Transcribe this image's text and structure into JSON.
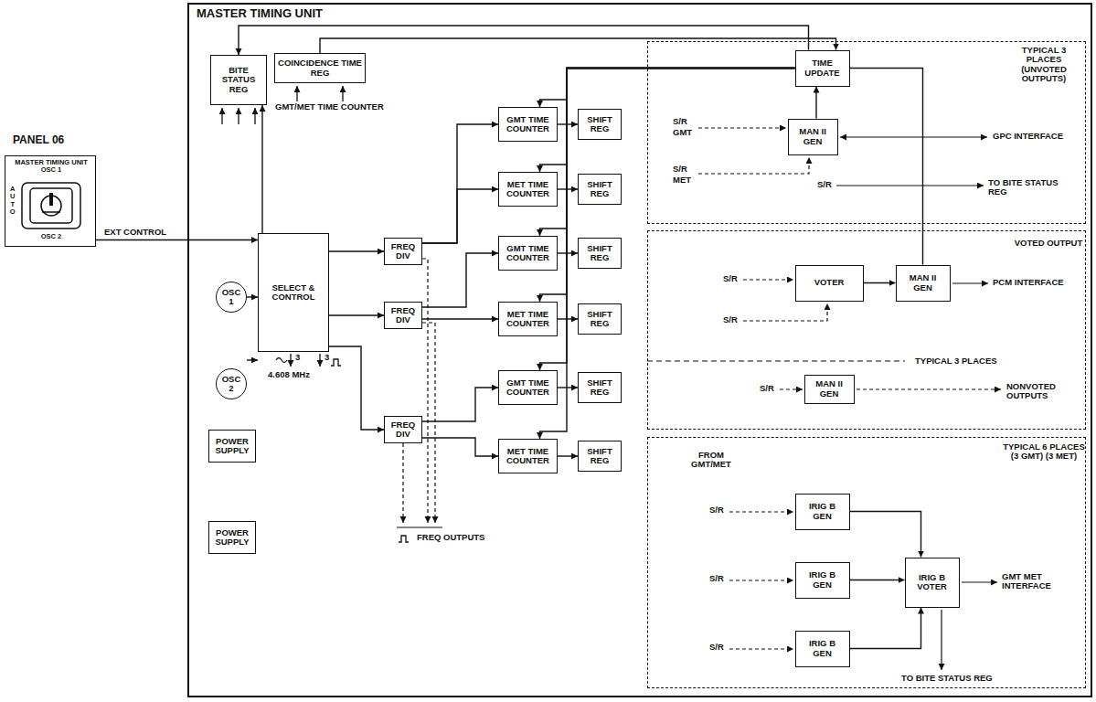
{
  "diagram": {
    "nodes": [
      {
        "text": [
          "MASTER TIMING UNIT"
        ]
      },
      {
        "text": [
          "PANEL 06",
          "MASTER TIMING UNIT OSC 1",
          "AUTO",
          "OSC 2"
        ]
      },
      {
        "text": [
          "BITE STATUS REG"
        ],
        "in": 0
      },
      {
        "text": [
          "COINCIDENCE TIME REG"
        ],
        "in": 0
      },
      {
        "text": [
          "SELECT & CONTROL"
        ],
        "in": 0
      },
      {
        "text": [
          "OSC 1"
        ],
        "in": 0
      },
      {
        "text": [
          "OSC 2"
        ],
        "in": 0
      },
      {
        "text": [
          "POWER SUPPLY"
        ],
        "in": 0
      },
      {
        "text": [
          "POWER SUPPLY"
        ],
        "in": 0
      },
      {
        "text": [
          "FREQ DIV"
        ],
        "in": 0
      },
      {
        "text": [
          "FREQ DIV"
        ],
        "in": 0
      },
      {
        "text": [
          "FREQ DIV"
        ],
        "in": 0
      },
      {
        "text": [
          "GMT TIME COUNTER"
        ],
        "in": 0
      },
      {
        "text": [
          "MET TIME COUNTER"
        ],
        "in": 0
      },
      {
        "text": [
          "GMT TIME COUNTER"
        ],
        "in": 0
      },
      {
        "text": [
          "MET TIME COUNTER"
        ],
        "in": 0
      },
      {
        "text": [
          "GMT TIME COUNTER"
        ],
        "in": 0
      },
      {
        "text": [
          "MET TIME COUNTER"
        ],
        "in": 0
      },
      {
        "text": [
          "SHIFT REG"
        ],
        "in": 0
      },
      {
        "text": [
          "SHIFT REG"
        ],
        "in": 0
      },
      {
        "text": [
          "SHIFT REG"
        ],
        "in": 0
      },
      {
        "text": [
          "SHIFT REG"
        ],
        "in": 0
      },
      {
        "text": [
          "SHIFT REG"
        ],
        "in": 0
      },
      {
        "text": [
          "SHIFT REG"
        ],
        "in": 0
      },
      {
        "text": [
          "TYPICAL 3 PLACES (UNVOTED OUTPUTS)"
        ],
        "in": 0
      },
      {
        "text": [
          "TIME UPDATE"
        ],
        "in": 24
      },
      {
        "text": [
          "MAN II GEN"
        ],
        "in": 24
      },
      {
        "text": [
          "VOTED OUTPUT",
          "TYPICAL 3 PLACES"
        ],
        "in": 0
      },
      {
        "text": [
          "VOTER"
        ],
        "in": 27
      },
      {
        "text": [
          "MAN II GEN"
        ],
        "in": 27
      },
      {
        "text": [
          "MAN II GEN"
        ],
        "in": 27
      },
      {
        "text": [
          "TYPICAL 6 PLACES (3 GMT) (3 MET)",
          "FROM GMT/MET"
        ],
        "in": 0
      },
      {
        "text": [
          "IRIG B GEN"
        ],
        "in": 31
      },
      {
        "text": [
          "IRIG B GEN"
        ],
        "in": 31
      },
      {
        "text": [
          "IRIG B GEN"
        ],
        "in": 31
      },
      {
        "text": [
          "IRIG B VOTER"
        ],
        "in": 31
      }
    ],
    "edges": [
      {
        "from": 1,
        "to": 4,
        "arrow": "to",
        "label": "EXT CONTROL"
      },
      {
        "from": 5,
        "to": 4,
        "arrow": "to"
      },
      {
        "from": 6,
        "to": 4,
        "arrow": "to"
      },
      {
        "from": 4,
        "to": 2,
        "arrow": "to"
      },
      {
        "from": 4,
        "to": 9,
        "arrow": "to"
      },
      {
        "from": 4,
        "to": 10,
        "arrow": "to"
      },
      {
        "from": 4,
        "to": 11,
        "arrow": "to"
      },
      {
        "from": 9,
        "to": 12,
        "arrow": "to"
      },
      {
        "from": 9,
        "to": 13,
        "arrow": "to"
      },
      {
        "from": 10,
        "to": 14,
        "arrow": "to"
      },
      {
        "from": 10,
        "to": 15,
        "arrow": "to"
      },
      {
        "from": 11,
        "to": 16,
        "arrow": "to"
      },
      {
        "from": 11,
        "to": 17,
        "arrow": "to"
      },
      {
        "from": 12,
        "to": 18,
        "arrow": "to"
      },
      {
        "from": 13,
        "to": 19,
        "arrow": "to"
      },
      {
        "from": 14,
        "to": 20,
        "arrow": "to"
      },
      {
        "from": 15,
        "to": 21,
        "arrow": "to"
      },
      {
        "from": 16,
        "to": 22,
        "arrow": "to"
      },
      {
        "from": 17,
        "to": 23,
        "arrow": "to"
      },
      {
        "from": 25,
        "to": 12,
        "arrow": "to"
      },
      {
        "from": 25,
        "to": 13,
        "arrow": "to"
      },
      {
        "from": 25,
        "to": 14,
        "arrow": "to"
      },
      {
        "from": 25,
        "to": 15,
        "arrow": "to"
      },
      {
        "from": 25,
        "to": 16,
        "arrow": "to"
      },
      {
        "from": 25,
        "to": 17,
        "arrow": "to"
      },
      {
        "from": 3,
        "to": 25,
        "arrow": "to"
      },
      {
        "from": 25,
        "to": 2,
        "arrow": "to"
      },
      {
        "from": 26,
        "to": 25,
        "arrow": "to"
      },
      {
        "from": 25,
        "to": 29,
        "arrow": "none"
      },
      {
        "from": 28,
        "to": 29,
        "arrow": "to"
      },
      {
        "from": 32,
        "to": 35,
        "arrow": "to"
      },
      {
        "from": 33,
        "to": 35,
        "arrow": "to"
      },
      {
        "from": 34,
        "to": 35,
        "arrow": "to"
      }
    ],
    "labels": [
      "GMT/MET TIME COUNTER",
      "3",
      "3",
      "4.608 MHz",
      "FREQ OUTPUTS",
      "S/R",
      "GMT",
      "S/R",
      "MET",
      "GPC INTERFACE",
      "S/R",
      "TO BITE STATUS REG",
      "S/R",
      "S/R",
      "PCM INTERFACE",
      "S/R",
      "NONVOTED OUTPUTS",
      "S/R",
      "S/R",
      "S/R",
      "GMT MET INTERFACE",
      "TO BITE STATUS REG"
    ]
  }
}
